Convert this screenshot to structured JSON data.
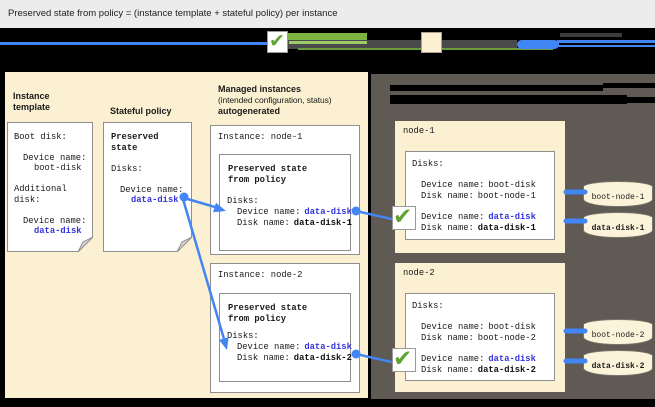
{
  "title": "Preserved state from policy = (instance template + stateful policy) per instance",
  "icons": {
    "check": "✔"
  },
  "colors": {
    "accent_blue": "#4285F4",
    "blue_text": "#3434DD",
    "beige": "#FBF1D2",
    "panel_gray": "#5F5B54",
    "check_green": "#61A332",
    "band_green": "#7CB342"
  },
  "left_panel": {
    "instance_template": {
      "label_line1": "Instance",
      "label_line2": "template",
      "doc": {
        "l1": "Boot disk:",
        "l2": "Device name:",
        "l3": "boot-disk",
        "l4": "Additional",
        "l5": "disk:",
        "l6": "Device name:",
        "l7": "data-disk"
      }
    },
    "stateful_policy": {
      "label": "Stateful policy",
      "doc": {
        "l1": "Preserved",
        "l2": "state",
        "l3": "Disks:",
        "l4": "Device name:",
        "l5": "data-disk"
      }
    },
    "managed": {
      "heading1": "Managed instances",
      "heading2": "(intended configuration, status)",
      "heading3": "autogenerated",
      "node1": {
        "title": "Instance: node-1",
        "box_title1": "Preserved state",
        "box_title2": "from policy",
        "disks": "Disks:",
        "device_label": "Device name:",
        "device_value": "data-disk",
        "disk_label": "Disk name:",
        "disk_value": "data-disk-1"
      },
      "node2": {
        "title": "Instance: node-2",
        "box_title1": "Preserved state",
        "box_title2": "from policy",
        "disks": "Disks:",
        "device_label": "Device name:",
        "device_value": "data-disk",
        "disk_label": "Disk name:",
        "disk_value": "data-disk-2"
      }
    }
  },
  "right_panel": {
    "node1": {
      "name": "node-1",
      "disks": "Disks:",
      "boot_device_label": "Device name:",
      "boot_device_value": "boot-disk",
      "boot_disk_label": "Disk name:",
      "boot_disk_value": "boot-node-1",
      "data_device_label": "Device name:",
      "data_device_value": "data-disk",
      "data_disk_label": "Disk name:",
      "data_disk_value": "data-disk-1"
    },
    "node2": {
      "name": "node-2",
      "disks": "Disks:",
      "boot_device_label": "Device name:",
      "boot_device_value": "boot-disk",
      "boot_disk_label": "Disk name:",
      "boot_disk_value": "boot-node-2",
      "data_device_label": "Device name:",
      "data_device_value": "data-disk",
      "data_disk_label": "Disk name:",
      "data_disk_value": "data-disk-2"
    },
    "disk_cylinders": {
      "boot1": "boot-node-1",
      "data1": "data-disk-1",
      "boot2": "boot-node-2",
      "data2": "data-disk-2"
    }
  }
}
